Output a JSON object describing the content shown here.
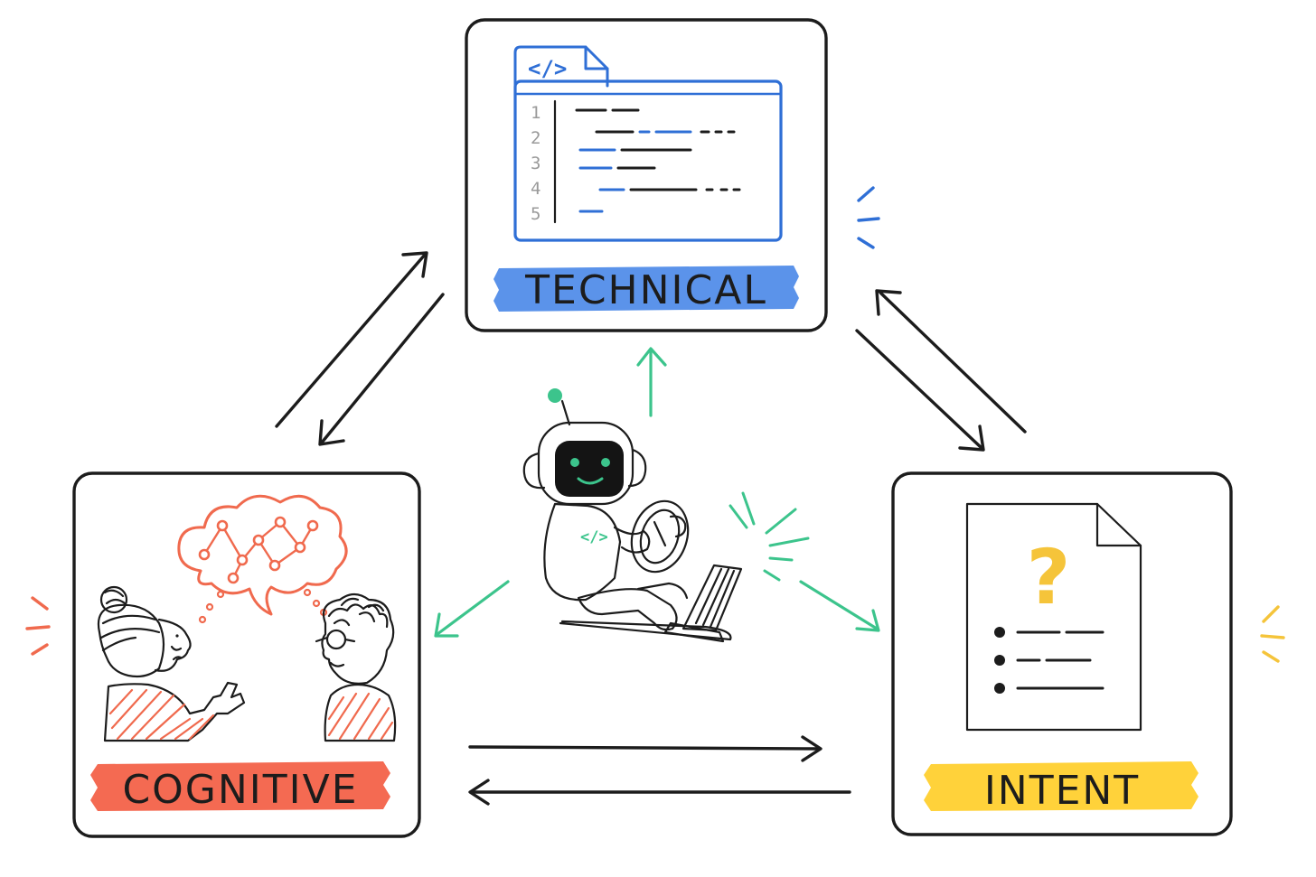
{
  "nodes": {
    "technical": {
      "label": "TECHNICAL",
      "color": "#5b93ea",
      "icon": "code-file-icon"
    },
    "cognitive": {
      "label": "COGNITIVE",
      "color": "#f46a52",
      "icon": "thinking-people-icon"
    },
    "intent": {
      "label": "INTENT",
      "color": "#ffd23a",
      "icon": "question-document-icon"
    }
  },
  "center": {
    "icon": "robot-driver-icon",
    "color": "#3cc48c"
  },
  "code_tag": "</>",
  "code_line_numbers": [
    "1",
    "2",
    "3",
    "4",
    "5"
  ],
  "intent_mark": "?",
  "colors": {
    "ink": "#1c1c1c",
    "blue": "#2f6fd6",
    "green": "#3cc48c",
    "red": "#f06a4e",
    "yellow": "#f5c43a"
  }
}
